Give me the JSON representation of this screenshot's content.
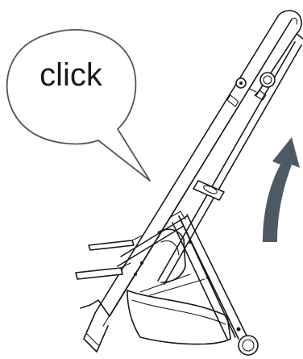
{
  "callout": {
    "text": "click"
  },
  "colors": {
    "arrow": "#4d5964",
    "line": "#1a1a1a",
    "callout_stroke": "#555555",
    "background": "#ffffff"
  },
  "icons": [
    "speech-bubble",
    "curved-up-arrow",
    "folding-stroller-frame"
  ]
}
